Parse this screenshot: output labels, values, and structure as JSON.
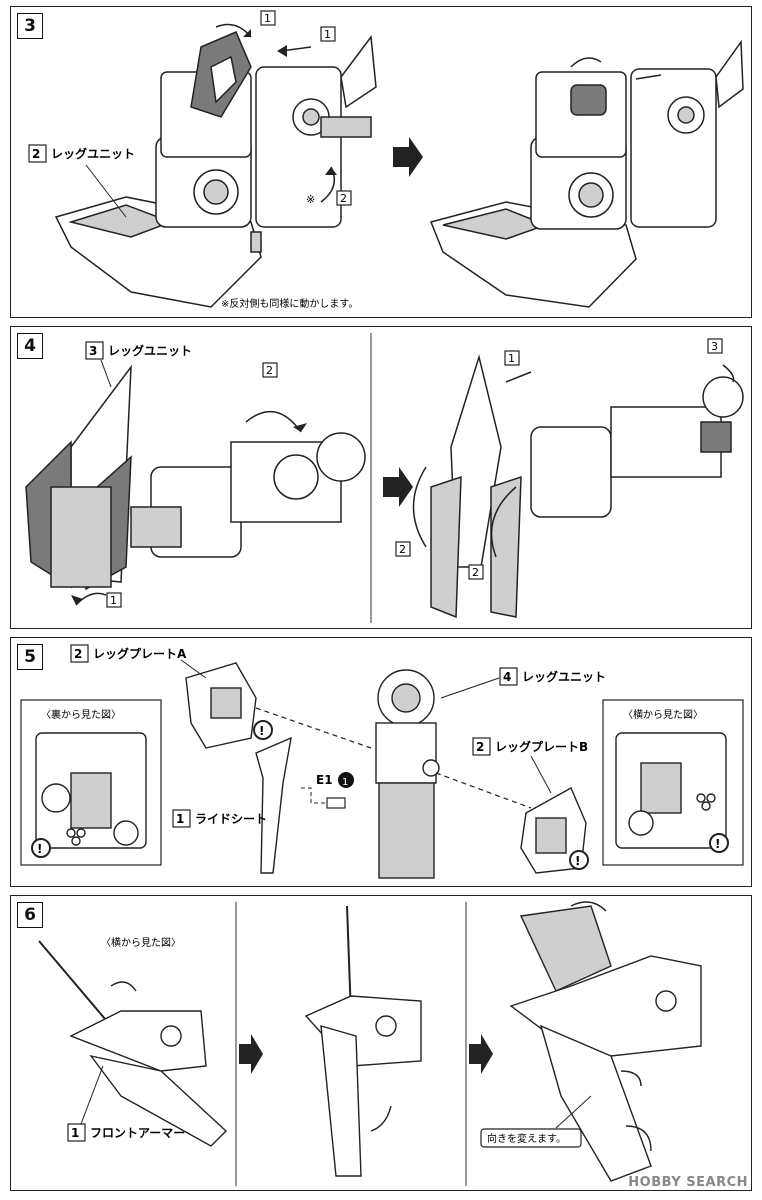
{
  "steps": [
    {
      "number": "3",
      "callouts": {
        "leg_unit_num": "2",
        "leg_unit": "レッグユニット",
        "arrow1": "1",
        "arrow1b": "1",
        "arrow2": "2",
        "arrow2_mark": "※",
        "note": "※反対側も同様に動かします。"
      }
    },
    {
      "number": "4",
      "callouts": {
        "leg_unit_num": "3",
        "leg_unit": "レッグユニット",
        "a1": "1",
        "a2": "2",
        "b1": "1",
        "b2a": "2",
        "b2b": "2",
        "b3": "3"
      }
    },
    {
      "number": "5",
      "callouts": {
        "plate_a_num": "2",
        "plate_a": "レッグプレートA",
        "leg_unit_num": "4",
        "leg_unit": "レッグユニット",
        "plate_b_num": "2",
        "plate_b": "レッグプレートB",
        "ride_seat_num": "1",
        "ride_seat": "ライドシート",
        "part_code": "E1",
        "part_count": "1",
        "view_back": "〈裏から見た図〉",
        "view_side": "〈横から見た図〉",
        "caution": "!"
      }
    },
    {
      "number": "6",
      "callouts": {
        "view_side": "〈横から見た図〉",
        "front_armor_num": "1",
        "front_armor": "フロントアーマー",
        "turn_note": "向きを変えます。"
      }
    }
  ],
  "watermark": "HOBBY SEARCH",
  "colors": {
    "line": "#222222",
    "shade": "#cfcfcf",
    "dark": "#7a7a7a"
  }
}
